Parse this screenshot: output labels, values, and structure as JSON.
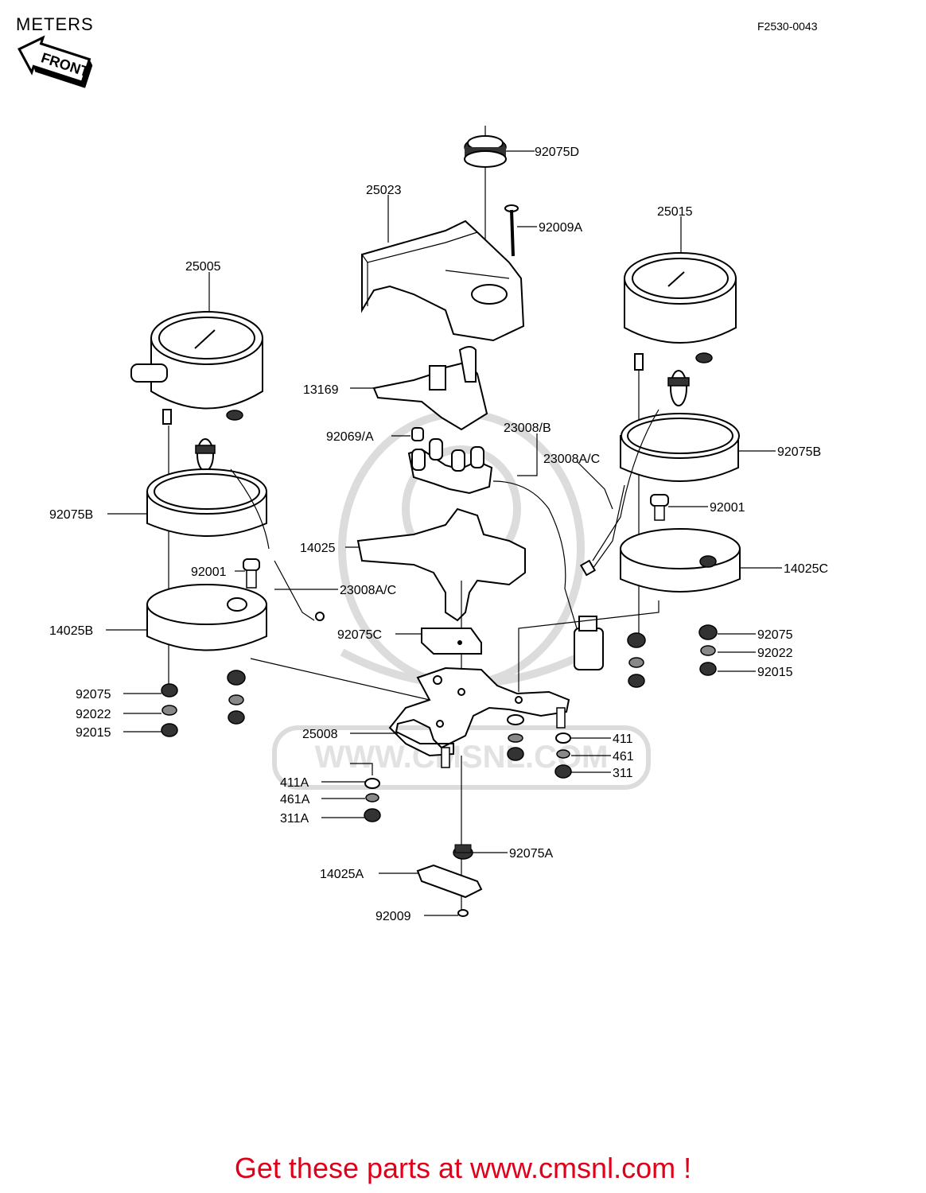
{
  "header": {
    "title": "METERS",
    "code": "F2530-0043",
    "front_label": "FRONT"
  },
  "watermark": {
    "text": "WWW.CMSNL.COM"
  },
  "parts": [
    {
      "no": "92075D"
    },
    {
      "no": "25023"
    },
    {
      "no": "92009A"
    },
    {
      "no": "25015"
    },
    {
      "no": "25005"
    },
    {
      "no": "13169"
    },
    {
      "no": "92069/A"
    },
    {
      "no": "23008/B"
    },
    {
      "no": "23008A/C"
    },
    {
      "no": "92075B"
    },
    {
      "no": "92001"
    },
    {
      "no": "92075B"
    },
    {
      "no": "14025"
    },
    {
      "no": "14025C"
    },
    {
      "no": "92001"
    },
    {
      "no": "23008A/C"
    },
    {
      "no": "14025B"
    },
    {
      "no": "92075C"
    },
    {
      "no": "92075"
    },
    {
      "no": "92022"
    },
    {
      "no": "92015"
    },
    {
      "no": "92075"
    },
    {
      "no": "92022"
    },
    {
      "no": "92015"
    },
    {
      "no": "25008"
    },
    {
      "no": "411"
    },
    {
      "no": "461"
    },
    {
      "no": "311"
    },
    {
      "no": "411A"
    },
    {
      "no": "461A"
    },
    {
      "no": "311A"
    },
    {
      "no": "92075A"
    },
    {
      "no": "14025A"
    },
    {
      "no": "92009"
    }
  ],
  "cta": {
    "text": "Get these parts at www.cmsnl.com !"
  }
}
